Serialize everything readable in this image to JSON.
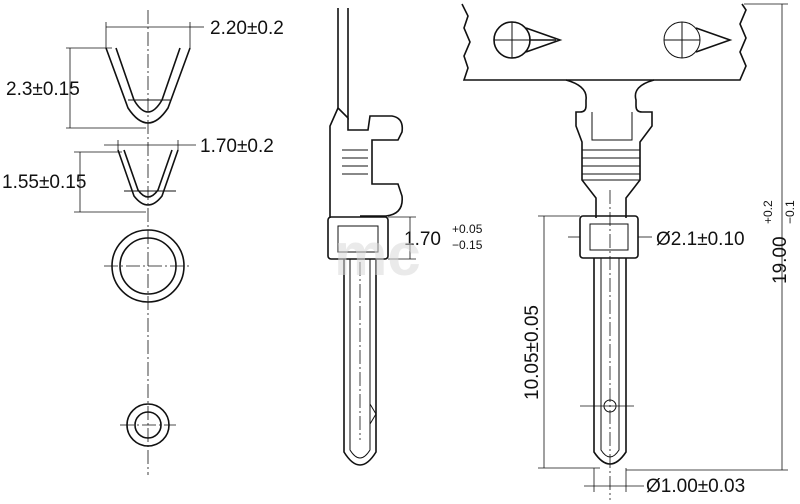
{
  "dimensions": {
    "top_width": "2.20±0.2",
    "top_height": "2.3±0.15",
    "mid_width": "1.70±0.2",
    "mid_height": "1.55±0.15",
    "collar_height_nominal": "1.70",
    "collar_height_tol_upper": "+0.05",
    "collar_height_tol_lower": "−0.15",
    "collar_diameter": "Ø2.1±0.10",
    "pin_length": "10.05±0.05",
    "pin_diameter": "Ø1.00±0.03",
    "overall_length_nominal": "19.00",
    "overall_length_tol_upper": "+0.2",
    "overall_length_tol_lower": "−0.1"
  },
  "watermark": "mc",
  "colors": {
    "line": "#111111",
    "background": "#ffffff",
    "watermark": "#d9d9d9"
  }
}
